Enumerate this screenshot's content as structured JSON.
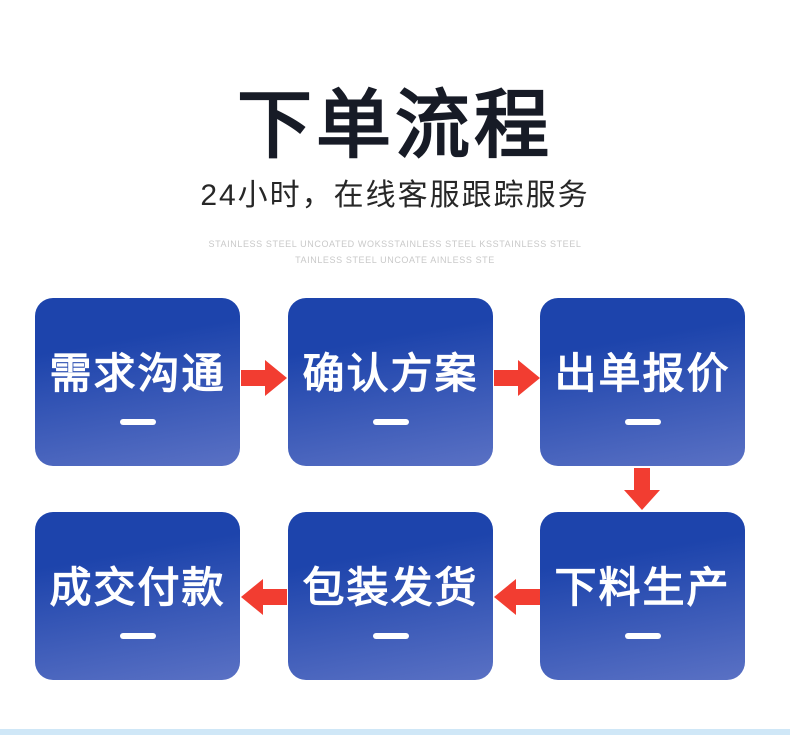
{
  "header": {
    "title": "下单流程",
    "subtitle": "24小时，在线客服跟踪服务",
    "watermark_line1": "STAINLESS STEEL UNCOATED WOKSSTAINLESS STEEL KSSTAINLESS STEEL",
    "watermark_line2": "TAINLESS STEEL UNCOATE AINLESS STE"
  },
  "flow": {
    "steps": [
      {
        "label": "需求沟通"
      },
      {
        "label": "确认方案"
      },
      {
        "label": "出单报价"
      },
      {
        "label": "下料生产"
      },
      {
        "label": "包装发货"
      },
      {
        "label": "成交付款"
      }
    ]
  },
  "colors": {
    "title_text": "#171b26",
    "subtitle_text": "#272727",
    "watermark_text": "#c9c9c9",
    "box_gradient_top": "#1d44ac",
    "box_gradient_bottom": "#5a71c4",
    "box_text": "#ffffff",
    "arrow_red": "#f23d31",
    "footer_bar": "#cfe7f7",
    "background": "#ffffff"
  }
}
